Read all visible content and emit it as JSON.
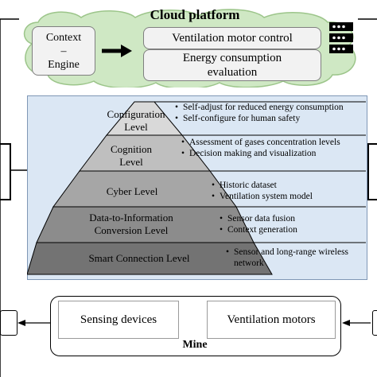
{
  "cloud": {
    "title": "Cloud platform",
    "context_engine": [
      "Context",
      "–",
      "Engine"
    ],
    "ventilation_control": "Ventilation motor control",
    "energy_eval": [
      "Energy consumption",
      "evaluation"
    ],
    "server_icon": "server-icon"
  },
  "pyramid": {
    "levels": [
      {
        "label": [
          "Configuration",
          "Level"
        ],
        "bullets": [
          "Self-adjust for reduced energy consumption",
          "Self-configure for human safety"
        ]
      },
      {
        "label": [
          "Cognition",
          "Level"
        ],
        "bullets": [
          "Assessment of gases concentration levels",
          "Decision making and visualization"
        ]
      },
      {
        "label": [
          "Cyber Level"
        ],
        "bullets": [
          "Historic dataset",
          "Ventilation system model"
        ]
      },
      {
        "label": [
          "Data-to-Information",
          "Conversion Level"
        ],
        "bullets": [
          "Sensor data fusion",
          "Context generation"
        ]
      },
      {
        "label": [
          "Smart Connection Level"
        ],
        "bullets": [
          "Sensor and long-range wireless network"
        ]
      }
    ],
    "fill_colors": [
      "#d9d9d9",
      "#bfbfbf",
      "#a6a6a6",
      "#8c8c8c",
      "#737373"
    ]
  },
  "mine": {
    "label": "Mine",
    "sensing": "Sensing devices",
    "motors": "Ventilation motors"
  }
}
